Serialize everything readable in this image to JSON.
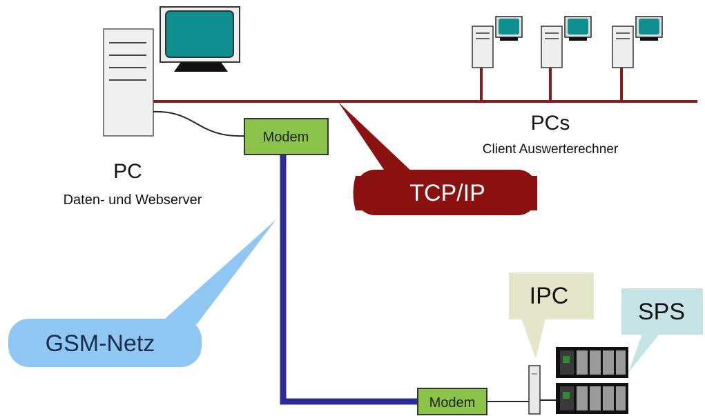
{
  "server": {
    "title": "PC",
    "subtitle": "Daten- und Webserver"
  },
  "clients": {
    "title": "PCs",
    "subtitle": "Client Auswerterechner"
  },
  "modem_top": {
    "label": "Modem"
  },
  "modem_bottom": {
    "label": "Modem"
  },
  "callouts": {
    "tcpip": "TCP/IP",
    "gsm": "GSM-Netz",
    "ipc": "IPC",
    "sps": "SPS"
  },
  "colors": {
    "lan_line": "#8b1a1a",
    "tcpip_callout": "#8b1010",
    "gsm_line": "#2b2b9a",
    "gsm_callout": "#8fc7f2",
    "modem_fill": "#8bc34a",
    "monitor_screen": "#0f8f8f",
    "ipc_callout": "#e3e6c9",
    "sps_callout": "#c5e3e3"
  }
}
